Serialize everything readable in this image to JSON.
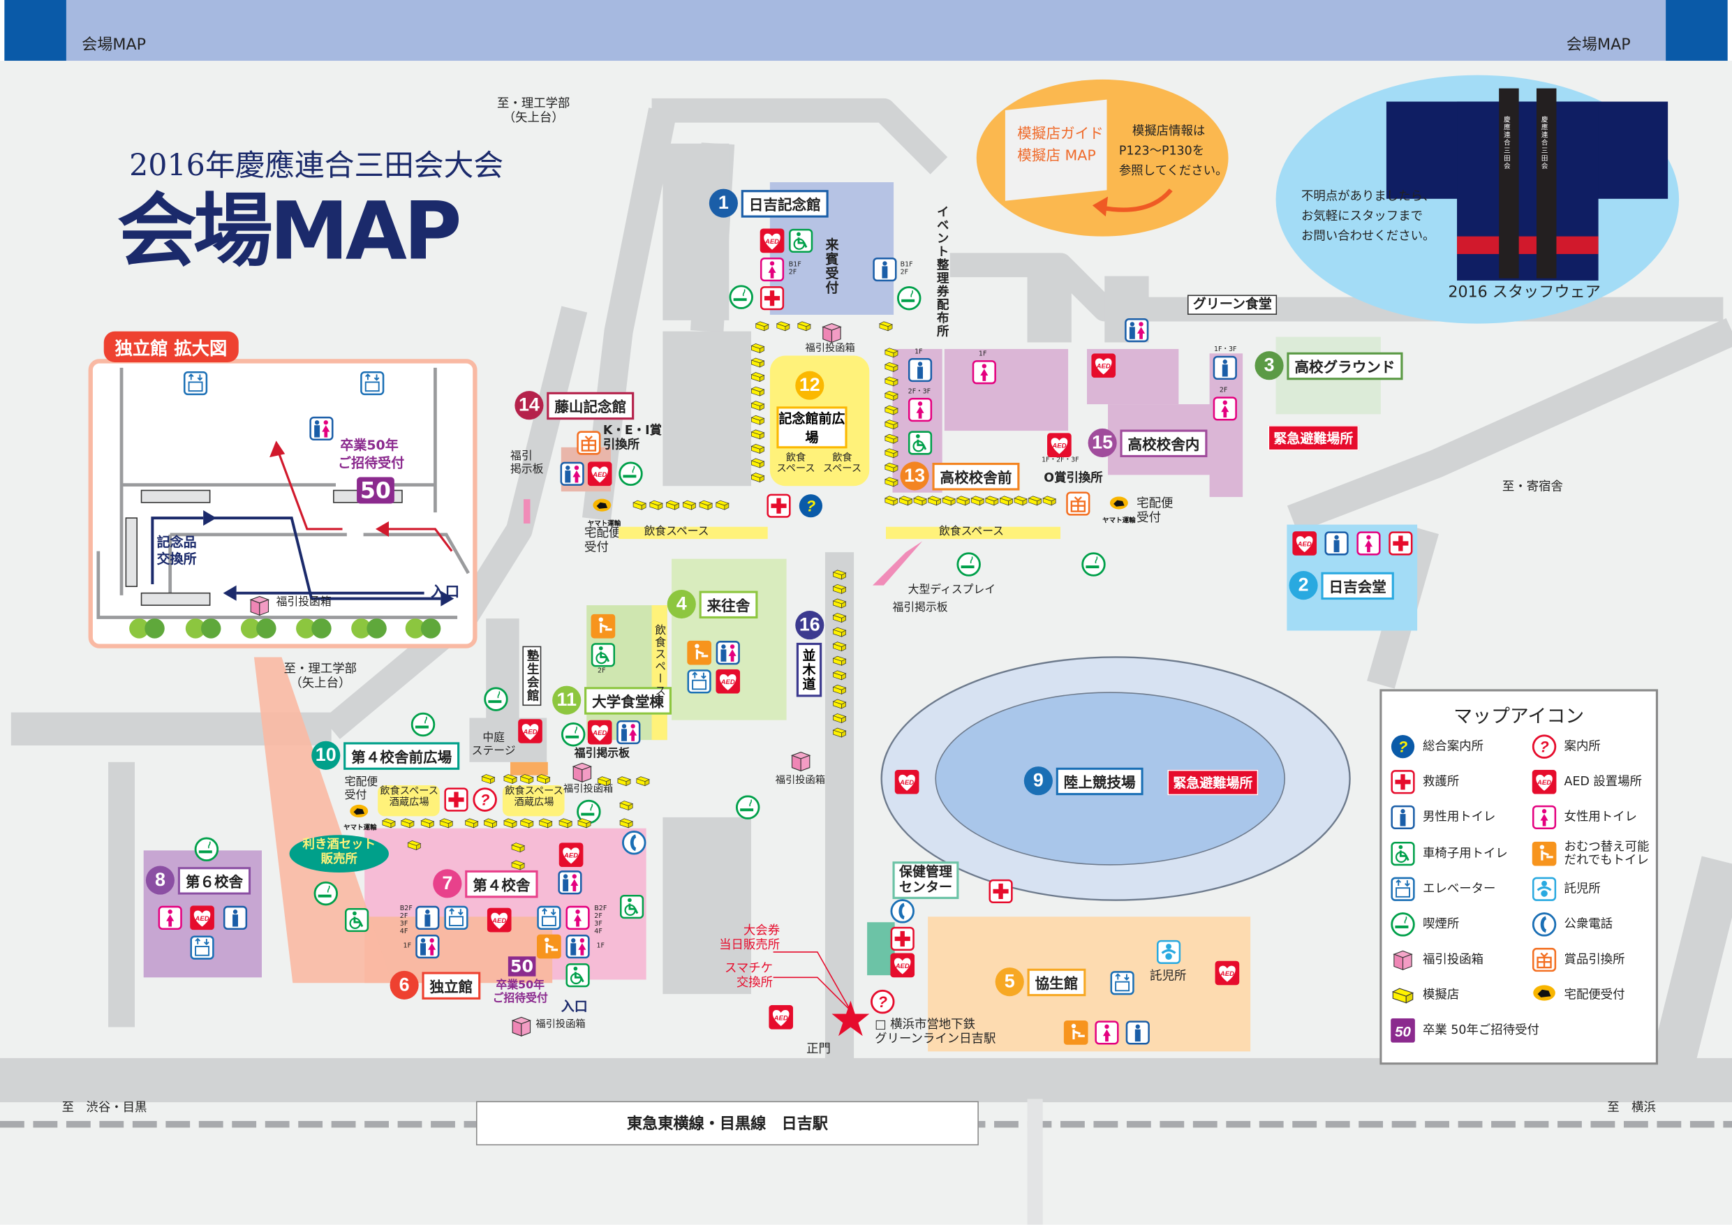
{
  "header": {
    "left": "会場MAP",
    "right": "会場MAP"
  },
  "title": {
    "subtitle": "2016年慶應連合三田会大会",
    "main": "会場MAP"
  },
  "guide_bubble": {
    "book_line1": "模擬店ガイド",
    "book_line2": "模擬店 MAP",
    "text_line1": "模擬店情報は",
    "text_line2": "P123～P130を",
    "text_line3": "参照してください。"
  },
  "staff_bubble": {
    "line1": "不明点がありましたら、",
    "line2": "お気軽にスタッフまで",
    "line3": "お問い合わせください。",
    "caption": "2016 スタッフウェア",
    "coat_text": "慶應連合三田会"
  },
  "inset": {
    "title": "独立館 拡大図",
    "reception_line1": "卒業50年",
    "reception_line2": "ご招待受付",
    "badge": "50",
    "souvenir_line1": "記念品",
    "souvenir_line2": "交換所",
    "lottery_box": "福引投函箱",
    "entrance": "入口"
  },
  "markers": [
    {
      "num": "1",
      "name": "日吉記念館",
      "color": "#1a5ea8"
    },
    {
      "num": "2",
      "name": "日吉会堂",
      "color": "#29a9e0"
    },
    {
      "num": "3",
      "name": "高校グラウンド",
      "color": "#5b9a45"
    },
    {
      "num": "4",
      "name": "来往舎",
      "color": "#8dc63f"
    },
    {
      "num": "5",
      "name": "協生館",
      "color": "#f7a823"
    },
    {
      "num": "6",
      "name": "独立館",
      "color": "#ee4130"
    },
    {
      "num": "7",
      "name": "第４校舎",
      "color": "#e8418b"
    },
    {
      "num": "8",
      "name": "第６校舎",
      "color": "#8b4fa3"
    },
    {
      "num": "9",
      "name": "陸上競技場",
      "color": "#1a6fb5"
    },
    {
      "num": "10",
      "name": "第４校舎前広場",
      "color": "#00a08a"
    },
    {
      "num": "11",
      "name": "大学食堂棟",
      "color": "#8dc63f"
    },
    {
      "num": "12",
      "name": "記念館前広場",
      "color": "#fbb800"
    },
    {
      "num": "13",
      "name": "高校校舎前",
      "color": "#f38421"
    },
    {
      "num": "14",
      "name": "藤山記念館",
      "color": "#b5224b"
    },
    {
      "num": "15",
      "name": "高校校舎内",
      "color": "#a04c9c"
    },
    {
      "num": "16",
      "name": "並木道",
      "color": "#3c3a8f"
    }
  ],
  "emergency": "緊急避難場所",
  "labels": {
    "to_rikou_top": "至・理工学部\n（矢上台）",
    "to_rikou_left": "至・理工学部\n（矢上台）",
    "to_dorm": "至・寄宿舎",
    "to_shibuya": "至　渋谷・目黒",
    "to_yokohama": "至　横浜",
    "guest_reception": "来賓受付",
    "event_ticket": "イベント整理券配布所",
    "green_cafeteria": "グリーン食堂",
    "kei_prize": "K・E・I賞\n引換所",
    "o_prize": "O賞引換所",
    "lottery_board": "福引\n掲示板",
    "lottery_board2": "福引掲示板",
    "lottery_board3": "福引掲示板",
    "delivery": "宅配便\n受付",
    "delivery2": "宅配便\n受付",
    "delivery3": "宅配便\n受付",
    "food_space": "飲食スペース",
    "food_space2": "飲食スペース",
    "food_space_v1": "飲食\nスペース",
    "food_space_v2": "飲食\nスペース",
    "food_space_vert": "飲食スペース",
    "sakagura1": "飲食スペース\n酒蔵広場",
    "sakagura2": "飲食スペース\n酒蔵広場",
    "big_display": "大型ディスプレイ",
    "juku_hall": "塾生会館",
    "courtyard_stage": "中庭\nステージ",
    "lottery_box1": "福引投函箱",
    "lottery_box2": "福引投函箱",
    "lottery_box3": "福引投函箱",
    "lottery_box4": "福引投函箱",
    "sake_set": "利き酒セット\n販売所",
    "health_center": "保健管理\nセンター",
    "ticket_sales": "大会券\n当日販売所",
    "smachike": "スマチケ\n交換所",
    "main_gate": "正門",
    "subway": "□ 横浜市営地下鉄\nグリーンライン日吉駅",
    "childcare": "託児所",
    "reception50": "卒業50年\nご招待受付",
    "badge50": "50",
    "entrance": "入口",
    "yamato": "ヤマト運輸",
    "floor_b1f2f_a": "B1F\n2F",
    "floor_b1f2f_b": "B1F\n2F",
    "floor_1f_a": "1F",
    "floor_1f_b": "1F",
    "floor_2f3f": "2F・3F",
    "floor_1f2f3f": "1F・2F・3F",
    "floor_1f3f": "1F・3F",
    "floor_2f": "2F",
    "floor_2f_b": "2F",
    "floor_b2f4f": "B2F\n2F\n3F\n4F",
    "floor_b2f4f_b": "B2F\n2F\n3F\n4F",
    "floor_1f_c": "1F",
    "floor_1f_d": "1F"
  },
  "station": "東急東横線・目黒線　日吉駅",
  "icon_text": {
    "aed": "AED"
  },
  "legend": {
    "title": "マップアイコン",
    "items": [
      {
        "icon": "info-general",
        "label": "総合案内所"
      },
      {
        "icon": "info",
        "label": "案内所"
      },
      {
        "icon": "first-aid",
        "label": "救護所"
      },
      {
        "icon": "aed",
        "label": "AED 設置場所"
      },
      {
        "icon": "wc-male",
        "label": "男性用トイレ"
      },
      {
        "icon": "wc-female",
        "label": "女性用トイレ"
      },
      {
        "icon": "wheelchair",
        "label": "車椅子用トイレ"
      },
      {
        "icon": "diaper",
        "label": "おむつ替え可能\nだれでもトイレ"
      },
      {
        "icon": "elevator",
        "label": "エレベーター"
      },
      {
        "icon": "childcare",
        "label": "託児所"
      },
      {
        "icon": "smoking",
        "label": "喫煙所"
      },
      {
        "icon": "phone",
        "label": "公衆電話"
      },
      {
        "icon": "lottery-box",
        "label": "福引投函箱"
      },
      {
        "icon": "prize",
        "label": "賞品引換所"
      },
      {
        "icon": "shop",
        "label": "模擬店"
      },
      {
        "icon": "yamato",
        "label": "宅配便受付"
      },
      {
        "icon": "fifty",
        "label": "卒業 50年ご招待受付"
      }
    ]
  },
  "colors": {
    "navy": "#1b2a6b",
    "header_bar": "#a6b9e0",
    "header_corner": "#0a5aa8",
    "road": "#d1d3d4",
    "emergency": "#e60c2c"
  }
}
